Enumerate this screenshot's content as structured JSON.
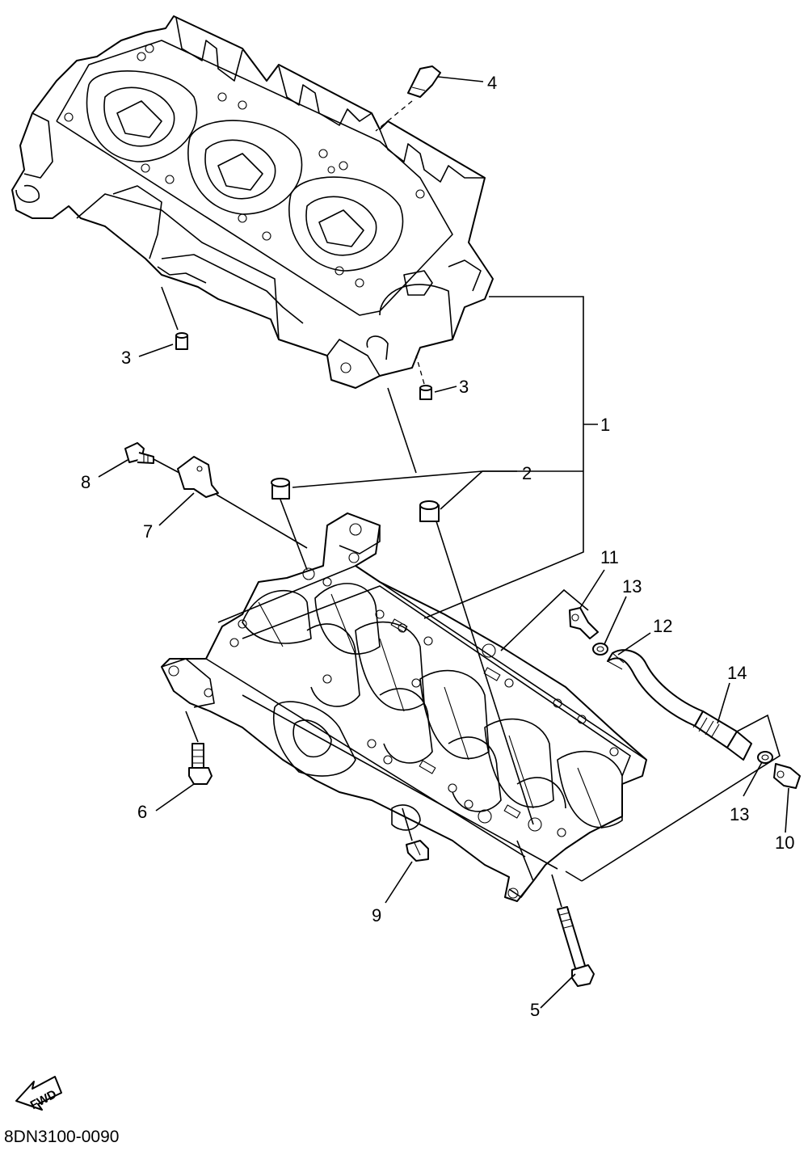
{
  "labels": {
    "p1": "1",
    "p2": "2",
    "p3a": "3",
    "p3b": "3",
    "p4": "4",
    "p5": "5",
    "p6": "6",
    "p7": "7",
    "p8": "8",
    "p9": "9",
    "p10": "10",
    "p11": "11",
    "p12": "12",
    "p13a": "13",
    "p13b": "13",
    "p14": "14"
  },
  "fwd_text": "FWD",
  "diagram_code": "8DN3100-0090"
}
